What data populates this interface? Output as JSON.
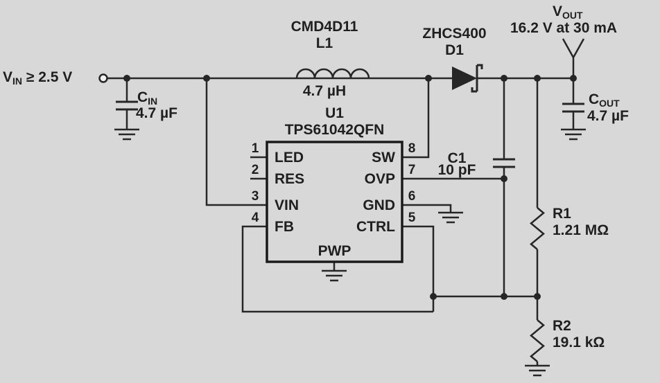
{
  "colors": {
    "background": "#d8d8d8",
    "ink": "#262626",
    "ic_border": "#1a1a1a"
  },
  "labels": {
    "vin": {
      "sym": "V",
      "sub": "IN",
      "suffix": " ≥ 2.5 V"
    },
    "cin": {
      "sym": "C",
      "sub": "IN",
      "value": "4.7 µF"
    },
    "l1": {
      "part": "CMD4D11",
      "ref": "L1",
      "value": "4.7 µH"
    },
    "u1": {
      "ref": "U1",
      "part": "TPS61042QFN",
      "pwp": "PWP"
    },
    "d1": {
      "part": "ZHCS400",
      "ref": "D1"
    },
    "c1": {
      "ref": "C1",
      "value": "10 pF"
    },
    "vout": {
      "sym": "V",
      "sub": "OUT",
      "spec": "16.2 V at 30 mA"
    },
    "cout": {
      "sym": "C",
      "sub": "OUT",
      "value": "4.7 µF"
    },
    "r1": {
      "ref": "R1",
      "value": "1.21 MΩ"
    },
    "r2": {
      "ref": "R2",
      "value": "19.1 kΩ"
    }
  },
  "ic": {
    "left_pins": [
      {
        "num": "1",
        "name": "LED"
      },
      {
        "num": "2",
        "name": "RES"
      },
      {
        "num": "3",
        "name": "VIN"
      },
      {
        "num": "4",
        "name": "FB"
      }
    ],
    "right_pins": [
      {
        "num": "8",
        "name": "SW"
      },
      {
        "num": "7",
        "name": "OVP"
      },
      {
        "num": "6",
        "name": "GND"
      },
      {
        "num": "5",
        "name": "CTRL"
      }
    ]
  }
}
